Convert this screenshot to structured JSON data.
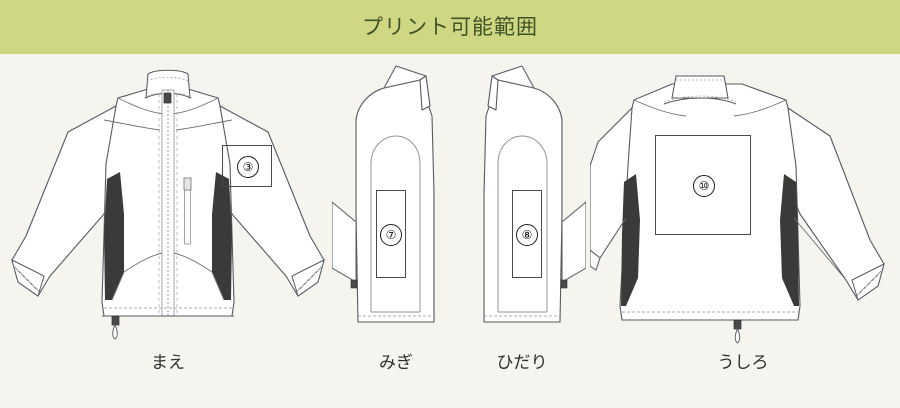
{
  "header": {
    "title": "プリント可能範囲",
    "band_color": "#cfd783",
    "text_color": "#3f5228"
  },
  "page": {
    "background_color": "#f5f4ef",
    "garment_fill": "#ffffff",
    "garment_outline": "#555a5e",
    "side_panel_color": "#3a3a38"
  },
  "views": [
    {
      "id": "front",
      "caption": "まえ",
      "print_areas": [
        {
          "id": "front-chest",
          "marker": "③"
        }
      ]
    },
    {
      "id": "right",
      "caption": "みぎ",
      "print_areas": [
        {
          "id": "right-sleeve",
          "marker": "⑦"
        }
      ]
    },
    {
      "id": "left",
      "caption": "ひだり",
      "print_areas": [
        {
          "id": "left-sleeve",
          "marker": "⑧"
        }
      ]
    },
    {
      "id": "back",
      "caption": "うしろ",
      "print_areas": [
        {
          "id": "back-center",
          "marker": "⑩"
        }
      ]
    }
  ]
}
